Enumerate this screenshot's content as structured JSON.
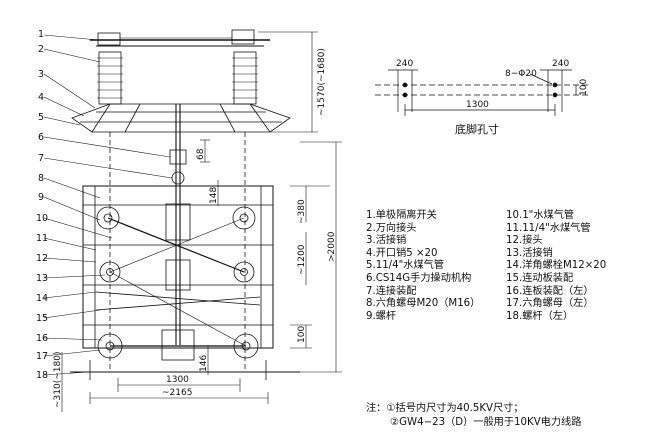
{
  "part_numbers": [
    "1",
    "2",
    "3",
    "4",
    "5",
    "6",
    "7",
    "8",
    "9",
    "10",
    "11",
    "12",
    "13",
    "14",
    "15",
    "16",
    "17",
    "18"
  ],
  "dimensions": {
    "d1570": "~1570(~1680)",
    "d68": "68",
    "d148": "148",
    "d380": "~380",
    "d1200": "~1200",
    "d2000": ">2000",
    "d100": "100",
    "d310": "~310(~180)",
    "d1300": "1300",
    "d2165": "~2165",
    "d146": "146"
  },
  "base_plan": {
    "dim_left": "240",
    "dim_right": "240",
    "holes": "8−Φ20",
    "dim_100": "100",
    "dim_1300": "1300",
    "caption": "底脚孔寸"
  },
  "legend_left": [
    "1.单极隔离开关",
    "2.万向接头",
    "3.活接销",
    "4.开口销5 ×20",
    "5.11/4\"水煤气管",
    "6.CS14G手力操动机构",
    "7.连接装配",
    "8.六角螺母M20（M16）",
    "9.螺杆"
  ],
  "legend_right": [
    "10.1\"水煤气管",
    "11.11/4\"水煤气管",
    "12.接头",
    "13.活接销",
    "14.洋角螺栓M12×20",
    "15.连动板装配",
    "16.连板装配（左）",
    "17.六角螺母（左）",
    "18.螺杆（左）"
  ],
  "notes": {
    "line1": "注：①括号内尺寸为40.5KV尺寸；",
    "line2": "②GW4−23（D）一般用于10KV电力线路"
  },
  "colors": {
    "ink": "#111111",
    "background": "#ffffff"
  }
}
